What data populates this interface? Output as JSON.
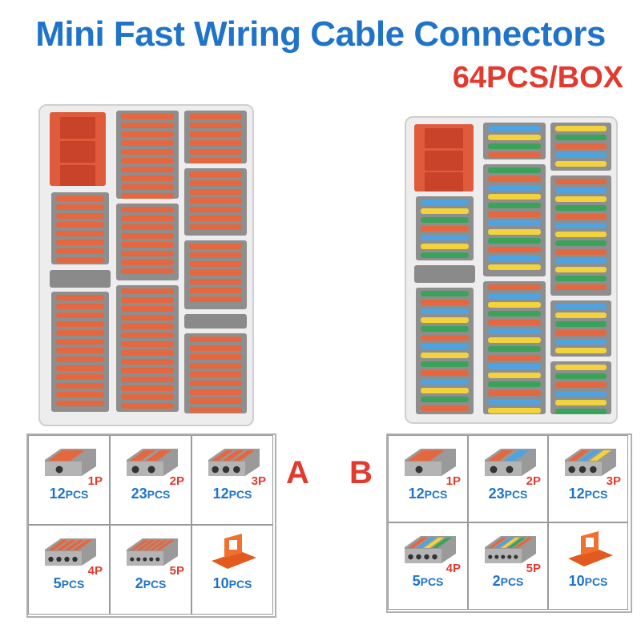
{
  "title": "Mini Fast Wiring Cable Connectors",
  "subtitle": "64PCS/BOX",
  "colors": {
    "title": "#1f74c9",
    "accent_red": "#e23a2e",
    "blue_text": "#1f74c9",
    "lever_orange": "#e5673f",
    "lever_blue": "#4fa3e0",
    "lever_yellow": "#f2d33c",
    "lever_green": "#3aa35a",
    "body_gray": "#8e8e8e"
  },
  "sets": [
    {
      "letter": "A",
      "lever_colors": [
        "orange"
      ],
      "items": [
        {
          "size": "1P",
          "qty": "12",
          "unit": "PCS",
          "icon": "connector-1p-icon"
        },
        {
          "size": "2P",
          "qty": "23",
          "unit": "PCS",
          "icon": "connector-2p-icon"
        },
        {
          "size": "3P",
          "qty": "12",
          "unit": "PCS",
          "icon": "connector-3p-icon"
        },
        {
          "size": "4P",
          "qty": "5",
          "unit": "PCS",
          "icon": "connector-4p-icon"
        },
        {
          "size": "5P",
          "qty": "2",
          "unit": "PCS",
          "icon": "connector-5p-icon"
        },
        {
          "size": "",
          "qty": "10",
          "unit": "PCS",
          "icon": "mounting-bracket-icon"
        }
      ]
    },
    {
      "letter": "B",
      "lever_colors": [
        "orange",
        "blue",
        "yellow",
        "green"
      ],
      "items": [
        {
          "size": "1P",
          "qty": "12",
          "unit": "PCS",
          "icon": "connector-1p-icon"
        },
        {
          "size": "2P",
          "qty": "23",
          "unit": "PCS",
          "icon": "connector-2p-icon"
        },
        {
          "size": "3P",
          "qty": "12",
          "unit": "PCS",
          "icon": "connector-3p-icon"
        },
        {
          "size": "4P",
          "qty": "5",
          "unit": "PCS",
          "icon": "connector-4p-icon"
        },
        {
          "size": "5P",
          "qty": "2",
          "unit": "PCS",
          "icon": "connector-5p-icon"
        },
        {
          "size": "",
          "qty": "10",
          "unit": "PCS",
          "icon": "mounting-bracket-icon"
        }
      ]
    }
  ]
}
